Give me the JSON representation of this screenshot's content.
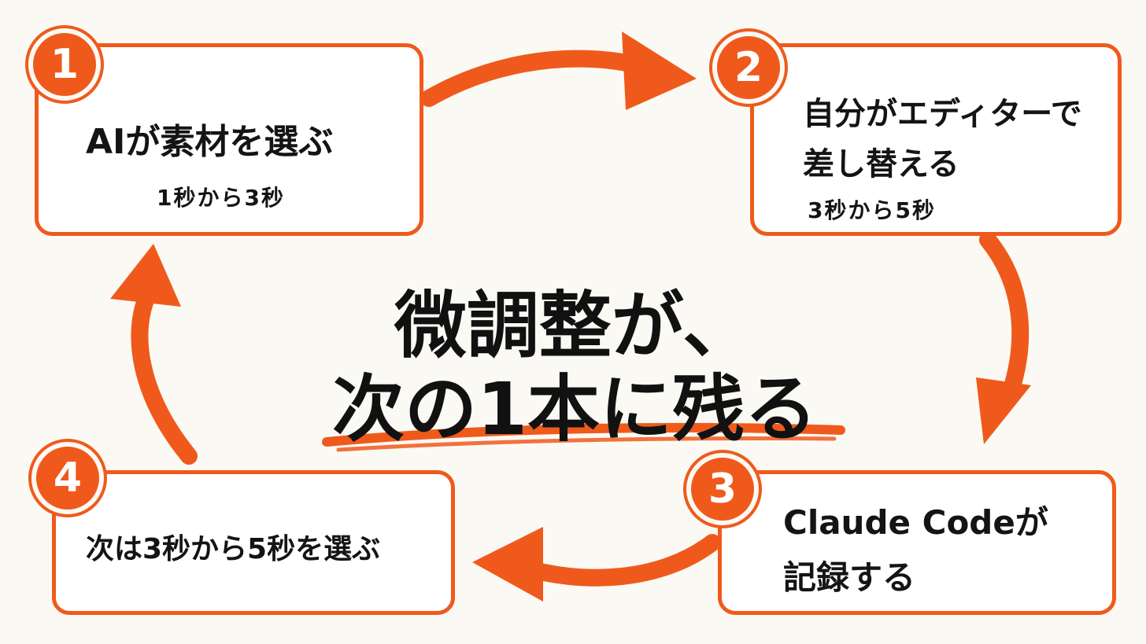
{
  "accent_color": "#ef5a1c",
  "background_color": "#fbf9f4",
  "center": {
    "line1": "微調整が、",
    "line2": "次の1本に残る"
  },
  "steps": [
    {
      "number": "1",
      "title": "AIが素材を選ぶ",
      "sub": "1秒から3秒"
    },
    {
      "number": "2",
      "title_line1": "自分がエディターで",
      "title_line2": "差し替える",
      "sub": "3秒から5秒"
    },
    {
      "number": "3",
      "title_line1": "Claude Codeが",
      "title_line2": "記録する"
    },
    {
      "number": "4",
      "title": "次は3秒から5秒を選ぶ"
    }
  ]
}
